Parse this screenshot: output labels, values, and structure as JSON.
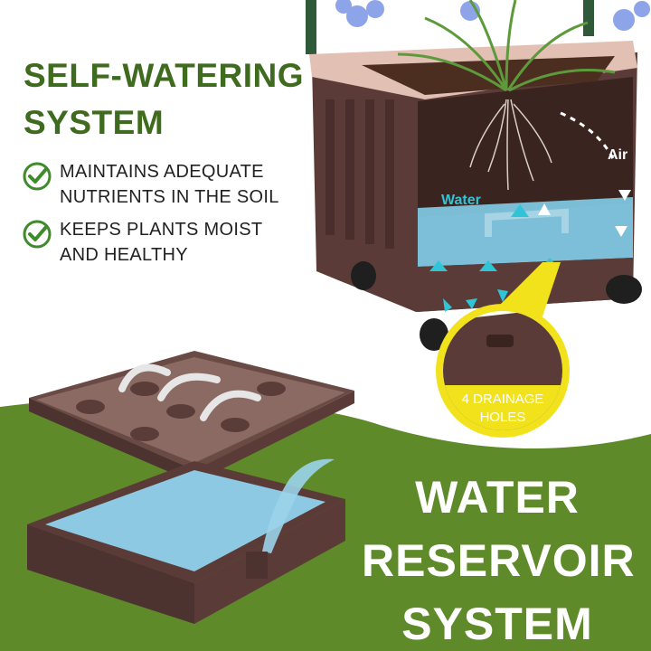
{
  "headline": [
    "SELF-WATERING",
    "SYSTEM"
  ],
  "features": [
    {
      "text": [
        "MAINTAINS ADEQUATE",
        "NUTRIENTS IN THE SOIL"
      ],
      "icon": "check-circle-icon"
    },
    {
      "text": [
        "KEEPS PLANTS MOIST",
        "AND HEALTHY"
      ],
      "icon": "check-circle-icon"
    }
  ],
  "diagram_labels": {
    "water": "Water",
    "air": "Air",
    "drainage": [
      "4 DRAINAGE",
      "HOLES"
    ]
  },
  "reservoir_title": [
    "WATER",
    "RESERVOIR",
    "SYSTEM"
  ],
  "colors": {
    "accent_green": "#3f6b1f",
    "background_green": "#5f8a2a",
    "planter_brown": "#5a3a36",
    "water_blue": "#7fc6e0",
    "callout_yellow": "#f2e21c"
  }
}
